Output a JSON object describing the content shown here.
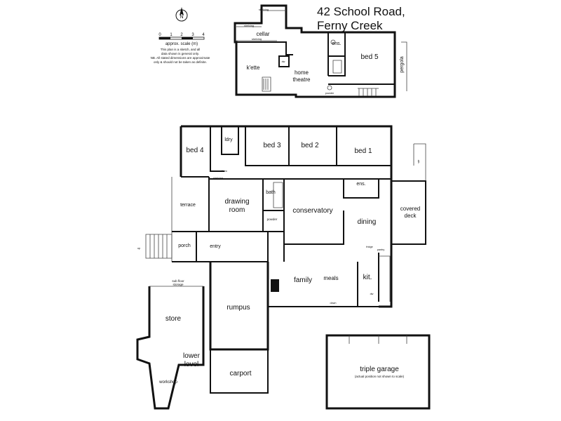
{
  "title": {
    "line1": "42 School Road,",
    "line2": "Ferny Creek"
  },
  "scale": {
    "ticks": [
      "0",
      "1",
      "2",
      "3",
      "4"
    ],
    "label": "approx. scale (m)",
    "disclaimer": [
      "This plan is a sketch, and all",
      "data shown is general only.",
      "NB. All stated dimensions are approximate",
      "only & should not be taken as definite."
    ],
    "compass": "N"
  },
  "upper_level": {
    "rooms": {
      "cellar": "cellar",
      "kette": "k'ette",
      "home": "home",
      "theatre": "theatre",
      "ens": "ens.",
      "bed5": "bed 5",
      "pergola": "pergola",
      "powder": "powder",
      "dw": "dw"
    },
    "fixtures": {
      "shelving": "shelving"
    }
  },
  "main_level": {
    "rooms": {
      "bed4": "bed 4",
      "ldry": "ldry",
      "bed3": "bed 3",
      "bed2": "bed 2",
      "bed1": "bed 1",
      "terrace": "terrace",
      "drawing1": "drawing",
      "drawing2": "room",
      "bath": "bath",
      "conservatory": "conservatory",
      "ens": "ens.",
      "dining": "dining",
      "covered1": "covered",
      "covered2": "deck",
      "porch": "porch",
      "entry": "entry",
      "powder": "powder",
      "family": "family",
      "meals": "meals",
      "kit": "kit.",
      "rumpus": "rumpus",
      "store": "store",
      "lower1": "lower",
      "lower2": "level",
      "carport": "carport",
      "workshop": "workshop",
      "triple_garage": "triple garage",
      "garage_note": "(actual position not shown to scale)",
      "subfloor1": "sub floor",
      "subfloor2": "storage",
      "linen": "linen",
      "wir": "wir",
      "shelving": "shelving",
      "fridge": "fridge",
      "pantry": "pantry",
      "down": "down",
      "up": "up",
      "dw": "dw"
    }
  }
}
